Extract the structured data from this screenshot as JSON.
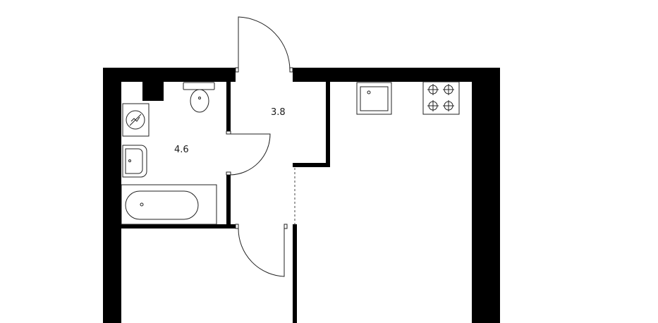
{
  "rooms": [
    {
      "id": "bathroom",
      "area_label": "4.6"
    },
    {
      "id": "hallway",
      "area_label": "3.8"
    }
  ],
  "colors": {
    "wall": "#000000",
    "fixture_stroke": "#222222",
    "background": "#ffffff"
  },
  "fixtures": [
    "toilet-icon",
    "washing-machine-icon",
    "sink-icon",
    "bathtub-icon",
    "kitchen-sink-icon",
    "stove-icon"
  ]
}
